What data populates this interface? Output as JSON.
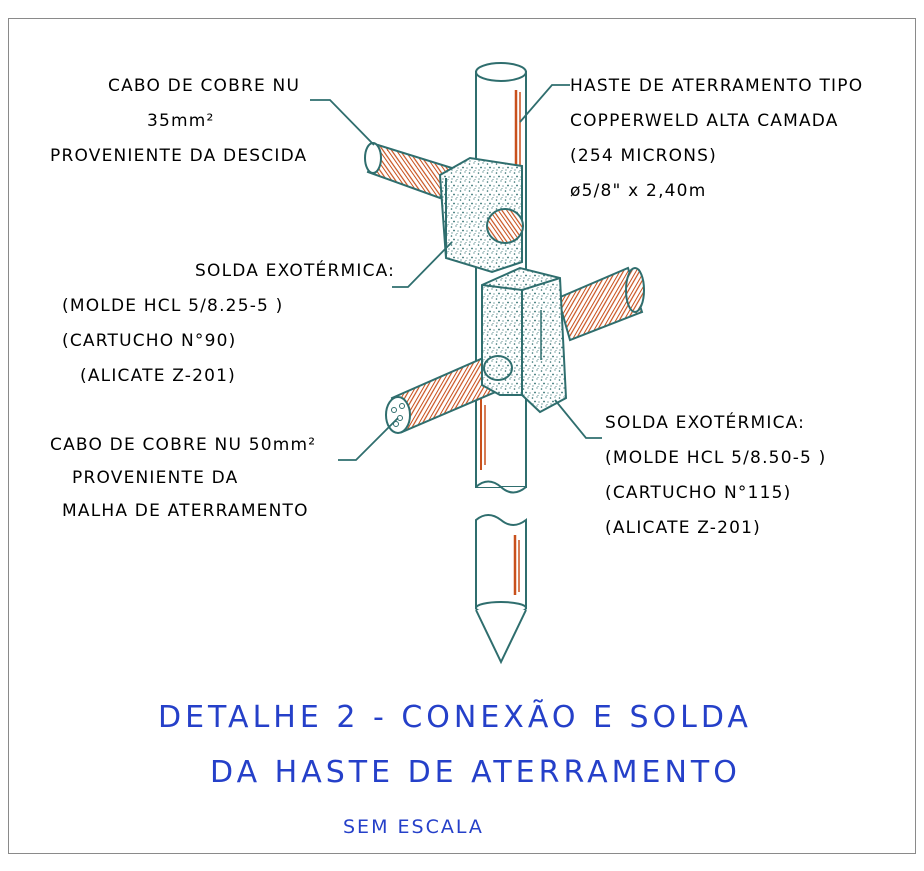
{
  "labels": {
    "cable_35": [
      "CABO DE COBRE NU",
      "35mm²",
      "PROVENIENTE DA DESCIDA"
    ],
    "rod": [
      "HASTE DE ATERRAMENTO TIPO",
      "COPPERWELD ALTA CAMADA",
      "(254 MICRONS)",
      "ø5/8\" x 2,40m"
    ],
    "weld_upper": [
      "SOLDA EXOTÉRMICA:",
      "(MOLDE HCL 5/8.25-5 )",
      "(CARTUCHO N°90)",
      "(ALICATE Z-201)"
    ],
    "cable_50": [
      "CABO DE COBRE NU 50mm²",
      "PROVENIENTE DA",
      "MALHA DE ATERRAMENTO"
    ],
    "weld_lower": [
      "SOLDA EXOTÉRMICA:",
      "(MOLDE HCL 5/8.50-5 )",
      "(CARTUCHO N°115)",
      "(ALICATE Z-201)"
    ]
  },
  "title": {
    "line1": "DETALHE 2 - CONEXÃO E SOLDA",
    "line2": "DA HASTE DE ATERRAMENTO",
    "scale": "SEM ESCALA"
  },
  "colors": {
    "outline": "#2f6e6e",
    "copper": "#c8501c",
    "title": "#2540c9",
    "frame": "#8a8a8a"
  }
}
